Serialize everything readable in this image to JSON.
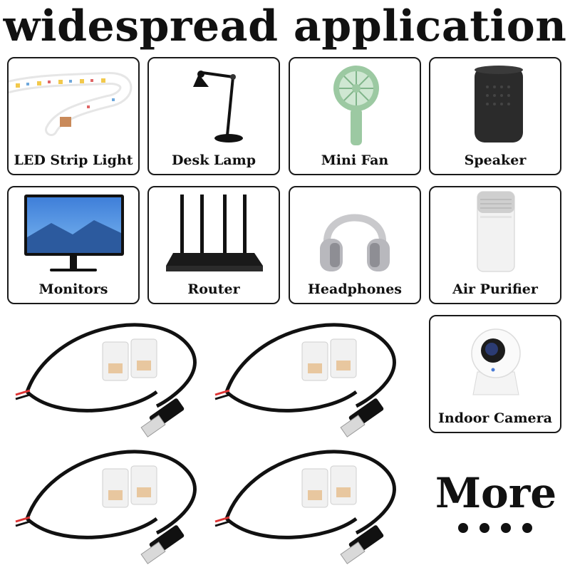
{
  "title": "widespread application",
  "applications": [
    {
      "label": "LED Strip Light",
      "icon": "led-strip-light"
    },
    {
      "label": "Desk Lamp",
      "icon": "desk-lamp"
    },
    {
      "label": "Mini Fan",
      "icon": "mini-fan"
    },
    {
      "label": "Speaker",
      "icon": "speaker"
    },
    {
      "label": "Monitors",
      "icon": "monitor"
    },
    {
      "label": "Router",
      "icon": "router"
    },
    {
      "label": "Headphones",
      "icon": "headphones"
    },
    {
      "label": "Air Purifier",
      "icon": "air-purifier"
    },
    {
      "label": "Indoor Camera",
      "icon": "indoor-camera"
    }
  ],
  "more_label": "More",
  "colors": {
    "border": "#1a1a1a",
    "text": "#111111",
    "fan_green": "#9cc9a2",
    "cable": "#111111"
  }
}
